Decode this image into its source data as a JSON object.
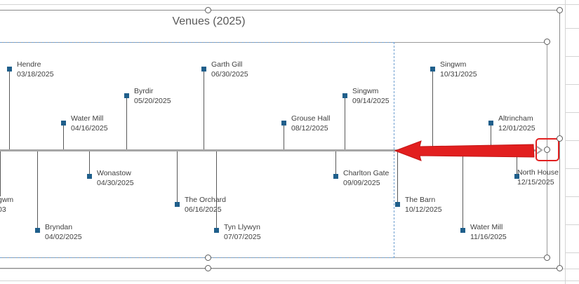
{
  "chart_data": {
    "type": "timeline",
    "title": "Venues (2025)",
    "events": [
      {
        "name": "gwm",
        "date": "03"
      },
      {
        "name": "Hendre",
        "date": "03/18/2025"
      },
      {
        "name": "Bryndan",
        "date": "04/02/2025"
      },
      {
        "name": "Water Mill",
        "date": "04/16/2025"
      },
      {
        "name": "Wonastow",
        "date": "04/30/2025"
      },
      {
        "name": "Byrdir",
        "date": "05/20/2025"
      },
      {
        "name": "The Orchard",
        "date": "06/16/2025"
      },
      {
        "name": "Garth Gill",
        "date": "06/30/2025"
      },
      {
        "name": "Tyn Llywyn",
        "date": "07/07/2025"
      },
      {
        "name": "Grouse Hall",
        "date": "08/12/2025"
      },
      {
        "name": "Charlton Gate",
        "date": "09/09/2025"
      },
      {
        "name": "Singwm",
        "date": "09/14/2025"
      },
      {
        "name": "The Barn",
        "date": "10/12/2025"
      },
      {
        "name": "Singwm",
        "date": "10/31/2025"
      },
      {
        "name": "Water Mill",
        "date": "11/16/2025"
      },
      {
        "name": "Altrincham",
        "date": "12/01/2025"
      },
      {
        "name": "North House",
        "date": "12/15/2025"
      }
    ]
  },
  "colors": {
    "marker": "#1f5f8b",
    "axis": "#a6a6a6",
    "arrow": "#e21f1f",
    "selection": "#6f9fd0"
  }
}
